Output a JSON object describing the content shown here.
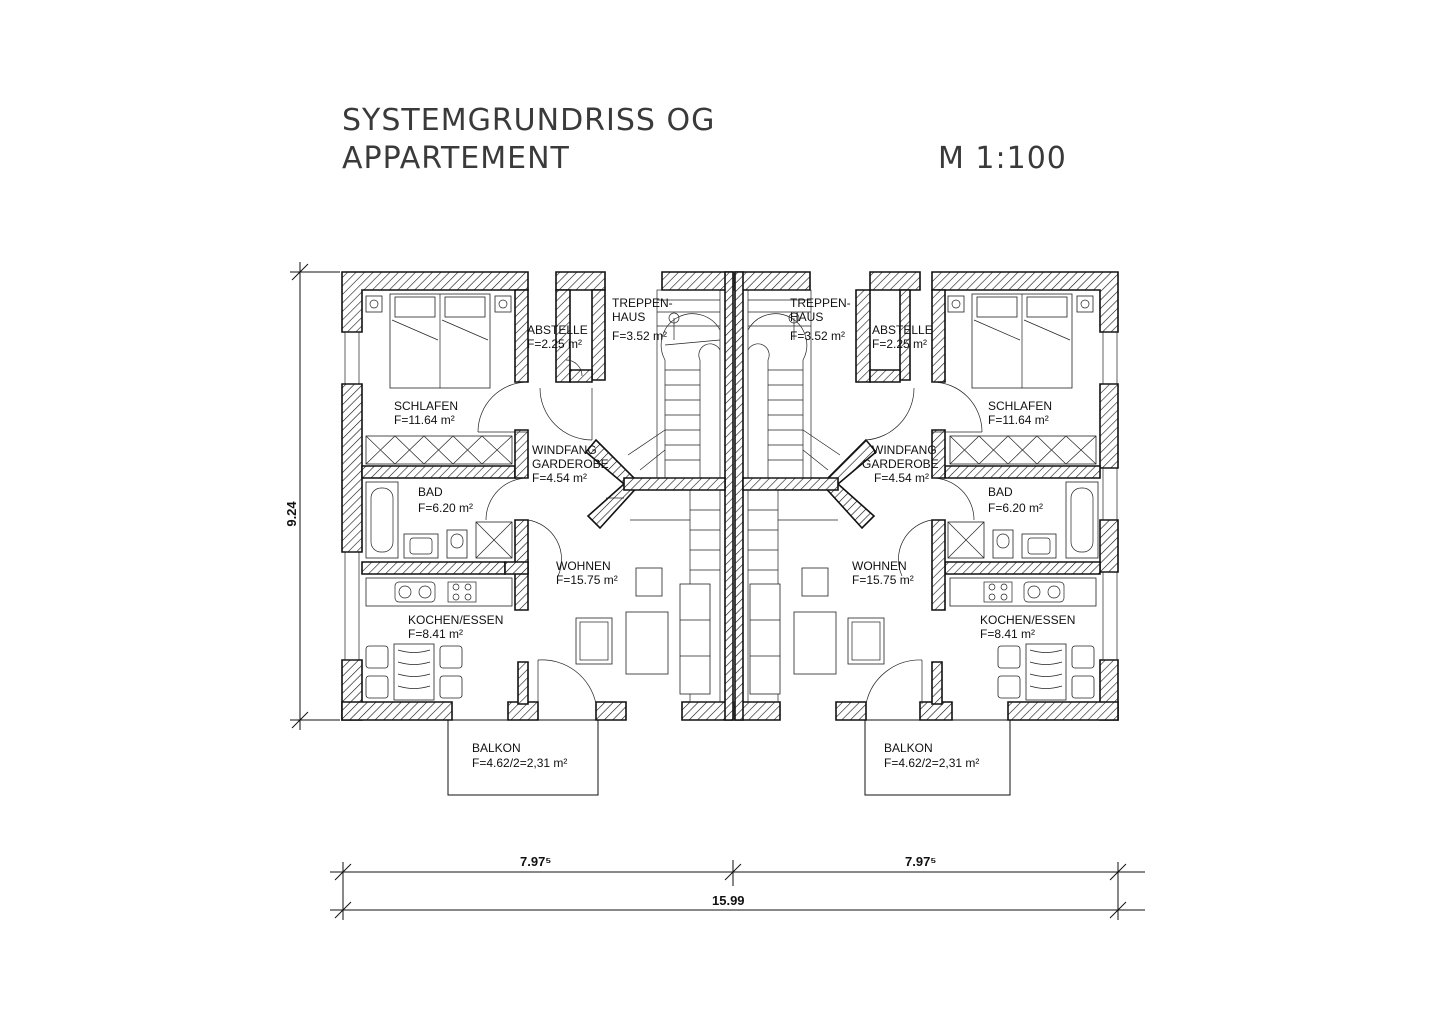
{
  "header": {
    "title_line1": "SYSTEMGRUNDRISS OG",
    "title_line2": "APPARTEMENT",
    "scale": "M 1:100"
  },
  "rooms": {
    "schlafen": {
      "name": "SCHLAFEN",
      "area": "F=11.64 m²"
    },
    "abstelle": {
      "name": "ABSTELLE",
      "area": "F=2.25 m²"
    },
    "treppenhaus": {
      "name1": "TREPPEN-",
      "name2": "HAUS",
      "area": "F=3.52 m²"
    },
    "windfang": {
      "name1": "WINDFANG",
      "name2": "GARDEROBE",
      "area": "F=4.54 m²"
    },
    "bad": {
      "name": "BAD",
      "area": "F=6.20 m²"
    },
    "wohnen": {
      "name": "WOHNEN",
      "area": "F=15.75 m²"
    },
    "kochen": {
      "name": "KOCHEN/ESSEN",
      "area": "F=8.41 m²"
    },
    "balkon": {
      "name": "BALKON",
      "area": "F=4.62/2=2,31 m²"
    }
  },
  "dimensions": {
    "height": "9.24",
    "half_left": "7.97⁵",
    "half_right": "7.97⁵",
    "total": "15.99"
  }
}
